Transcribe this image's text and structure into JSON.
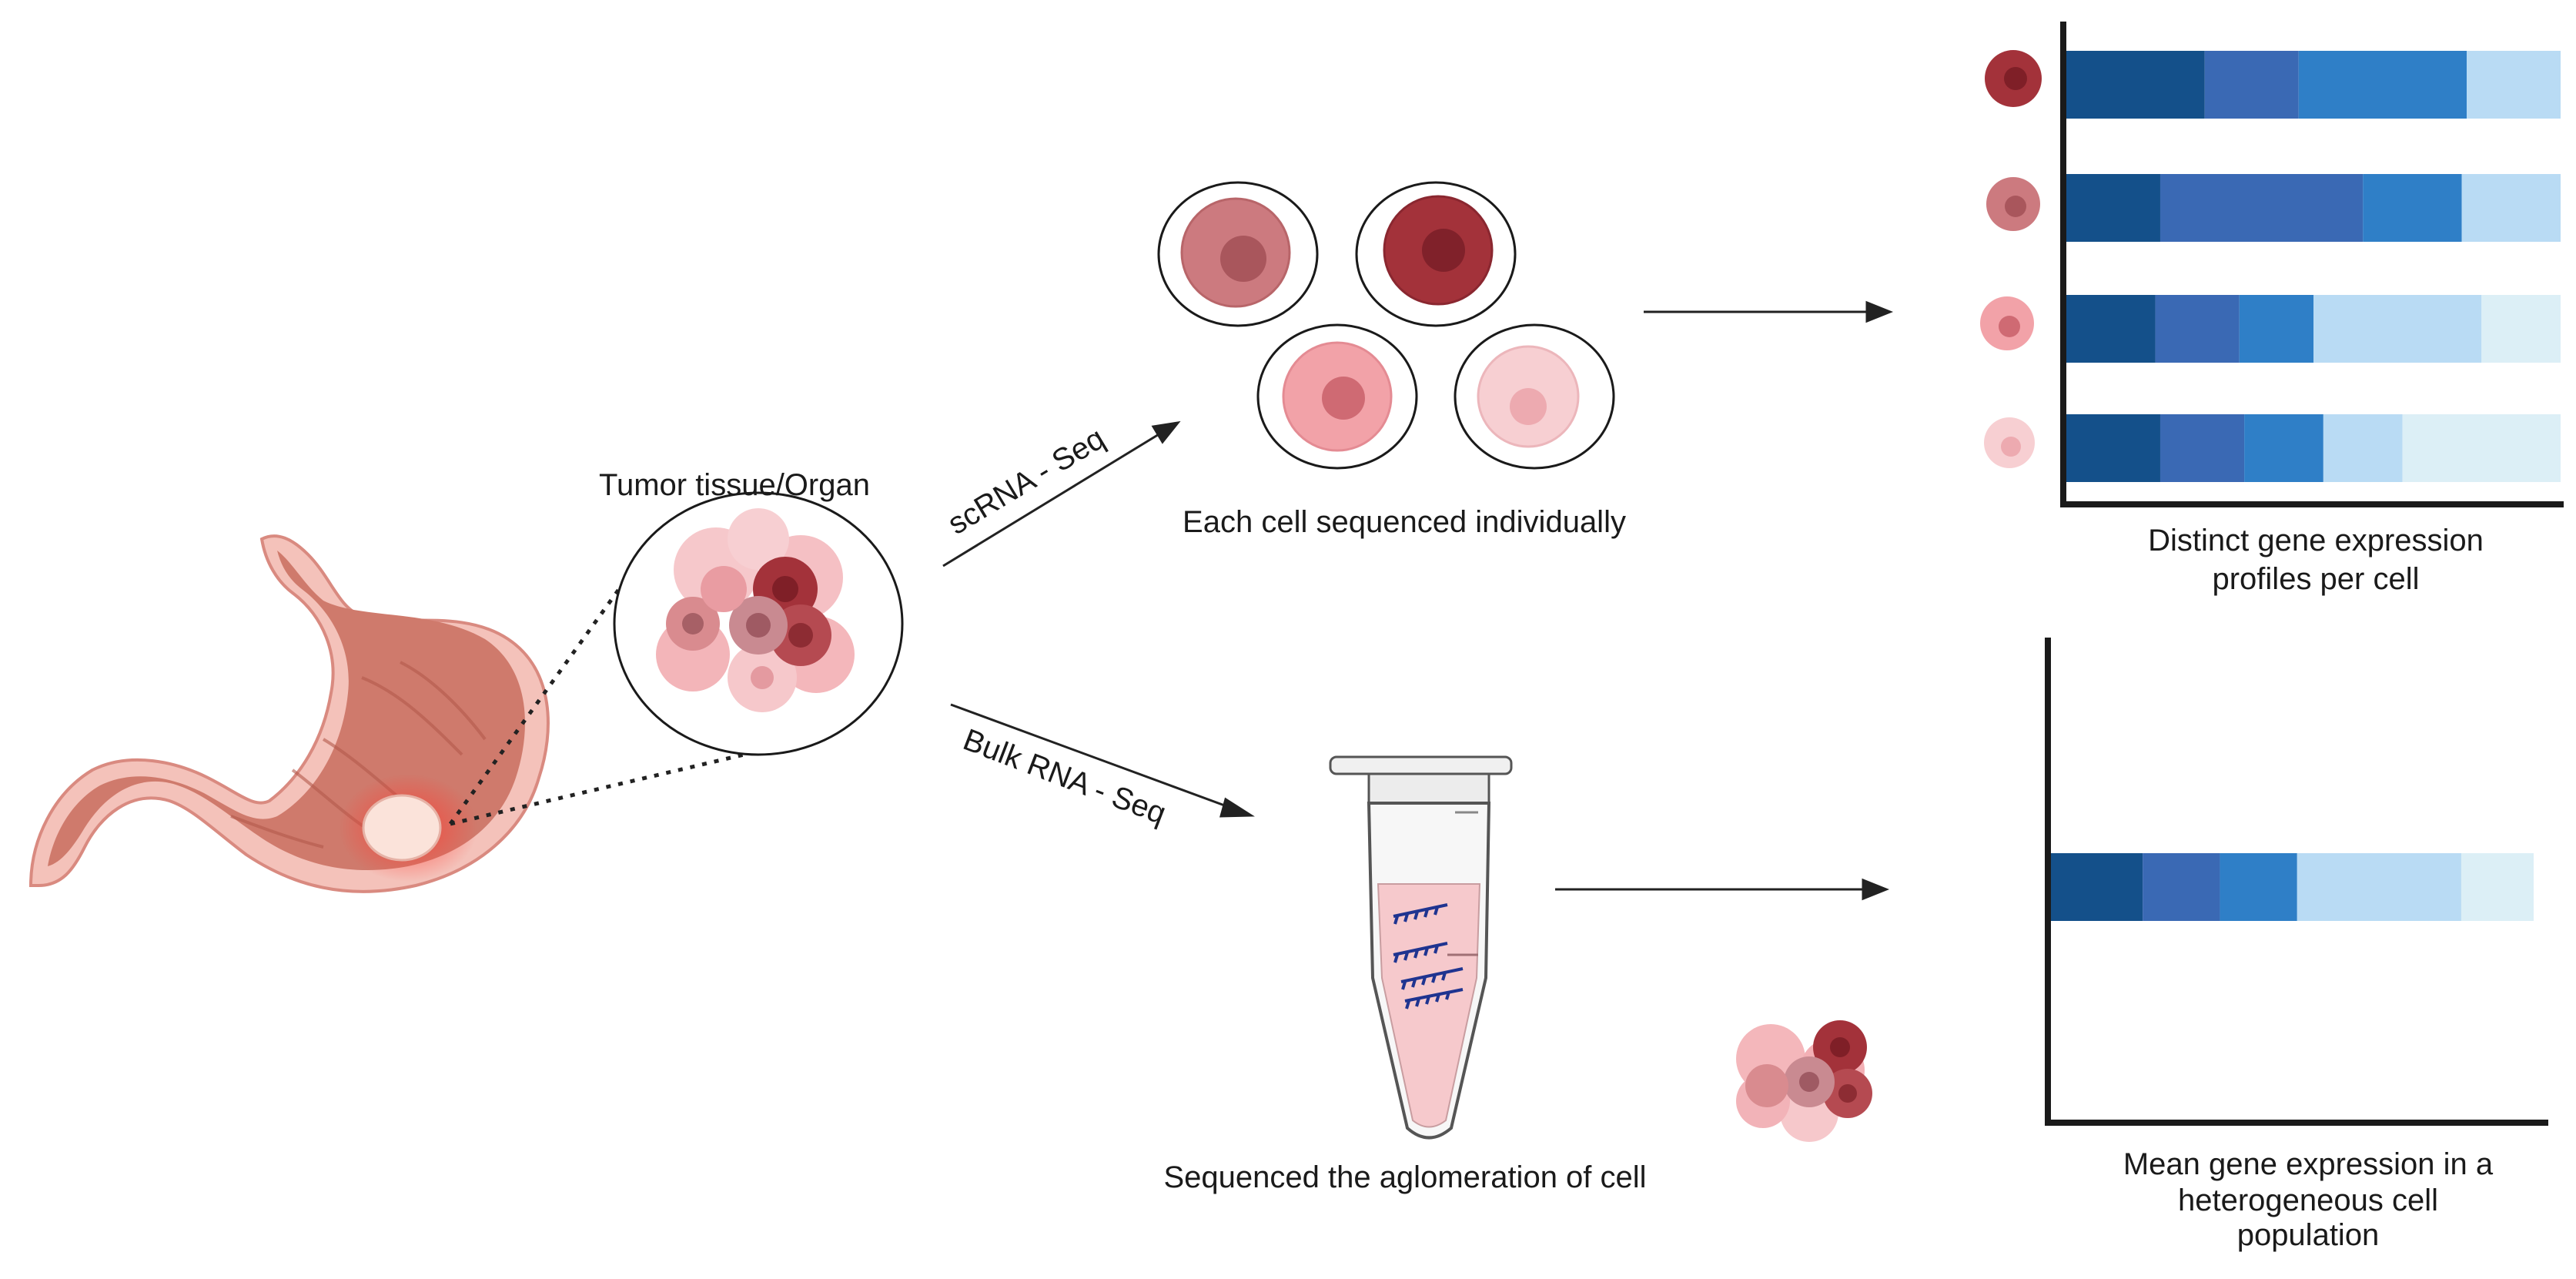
{
  "labels": {
    "tumor_tissue": "Tumor tissue/Organ",
    "scrna_seq": "scRNA - Seq",
    "bulk_rna_seq": "Bulk RNA - Seq",
    "each_cell": "Each cell sequenced individually",
    "aglomeration": "Sequenced the aglomeration of cell",
    "distinct_line1": "Distinct gene expression",
    "distinct_line2": "profiles per cell",
    "mean_line1": "Mean gene expression in a",
    "mean_line2": "heterogeneous cell",
    "mean_line3": "population"
  },
  "colors": {
    "shade1": "#14508a",
    "shade2": "#3a69b4",
    "shade3": "#2f7fc7",
    "shade4": "#b9dbf4",
    "shade5": "#dceff6",
    "stomach": "#c76b5e",
    "tumor_dark": "#a3323a",
    "tumor_light": "#f2b3b8"
  },
  "single_cell_profiles": [
    {
      "cell": "dark-red",
      "segments": [
        0.28,
        0.19,
        0.34,
        0.19
      ]
    },
    {
      "cell": "rose",
      "segments": [
        0.19,
        0.41,
        0.2,
        0.2
      ]
    },
    {
      "cell": "pink",
      "segments": [
        0.18,
        0.17,
        0.15,
        0.34,
        0.16
      ]
    },
    {
      "cell": "light-pink",
      "segments": [
        0.19,
        0.17,
        0.16,
        0.16,
        0.32
      ]
    }
  ],
  "bulk_profile": {
    "segments": [
      0.19,
      0.16,
      0.16,
      0.34,
      0.15
    ]
  }
}
